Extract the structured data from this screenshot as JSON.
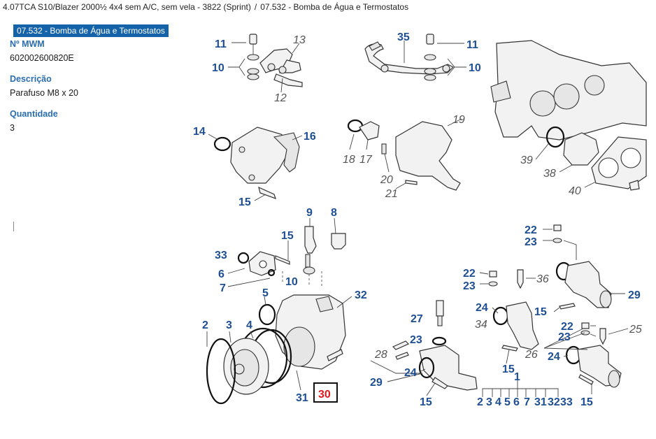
{
  "breadcrumb": {
    "model": "4.07TCA S10/Blazer 2000½ 4x4 sem A/C, sem vela - 3822 (Sprint)",
    "separator": "/",
    "section": "07.532 - Bomba de Água e Termostatos"
  },
  "selected_group": "07.532 - Bomba de Água e Termostatos",
  "details": {
    "mwm_label": "Nº MWM",
    "mwm_value": "602002600820E",
    "desc_label": "Descrição",
    "desc_value": "Parafuso M8 x 20",
    "qty_label": "Quantidade",
    "qty_value": "3"
  },
  "diagram": {
    "selected_callout": "30",
    "accent_color": "#1462a8",
    "callout_color": "#1e4f94",
    "selected_color": "#e0191e",
    "callouts": {
      "c11a": "11",
      "c10a": "10",
      "c13": "13",
      "c12": "12",
      "c35": "35",
      "c11b": "11",
      "c10b": "10",
      "c14": "14",
      "c16": "16",
      "c15a": "15",
      "c18": "18",
      "c17": "17",
      "c19": "19",
      "c20": "20",
      "c21": "21",
      "c39": "39",
      "c38": "38",
      "c40": "40",
      "c9": "9",
      "c8": "8",
      "c15b": "15",
      "c33": "33",
      "c6": "6",
      "c7": "7",
      "c10c": "10",
      "c5": "5",
      "c32": "32",
      "c2": "2",
      "c3": "3",
      "c4": "4",
      "c31": "31",
      "c30": "30",
      "c22a": "22",
      "c23a": "23",
      "c22b": "22",
      "c23b": "23",
      "c36": "36",
      "c29a": "29",
      "c24a": "24",
      "c15c": "15",
      "c34": "34",
      "c27": "27",
      "c23c": "23",
      "c28": "28",
      "c24b": "24",
      "c29b": "29",
      "c15d": "15",
      "c15e": "15",
      "c22c": "22",
      "c25": "25",
      "c23d": "23",
      "c26": "26",
      "c24c": "24",
      "c1": "1",
      "kit": [
        "2",
        "3",
        "4",
        "5",
        "6",
        "7",
        "31",
        "32",
        "33"
      ]
    }
  }
}
